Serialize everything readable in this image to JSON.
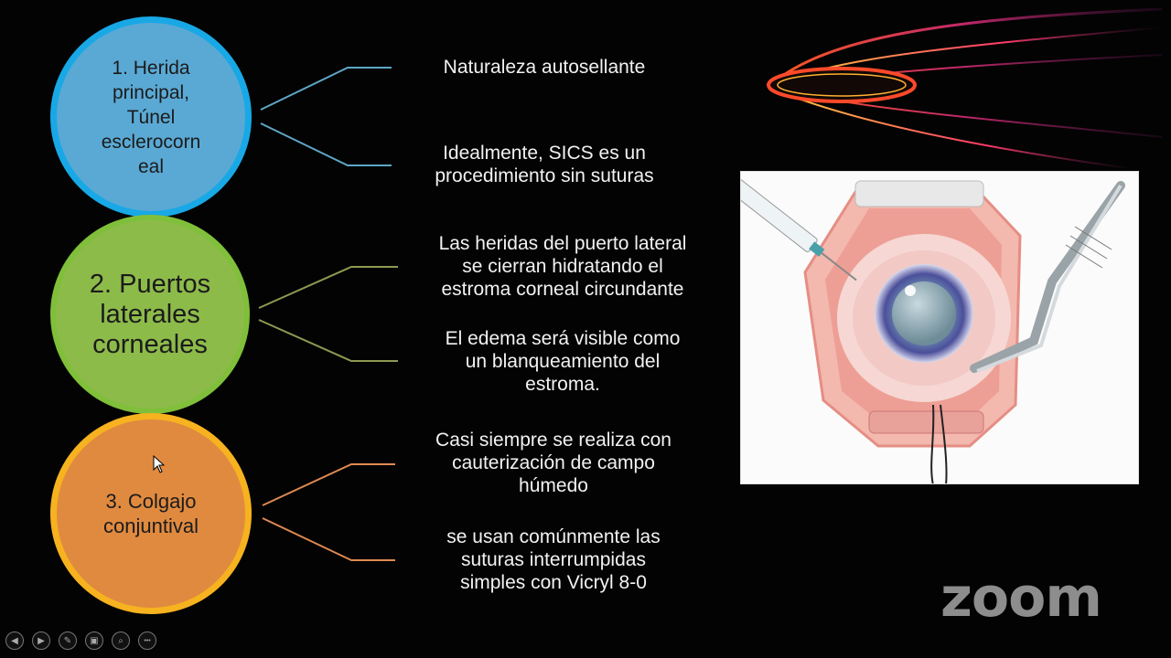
{
  "circles": [
    {
      "label": "1. Herida\nprincipal,\nTúnel\nesclerocorn\neal",
      "fill": "#5aa9d4",
      "border": "#18a8e6"
    },
    {
      "label": "2. Puertos\nlaterales\ncorneales",
      "fill": "#8dbb4a",
      "border": "#7fbf3a"
    },
    {
      "label": "3. Colgajo\nconjuntival",
      "fill": "#e08a40",
      "border": "#f7b21f"
    }
  ],
  "notes": {
    "n1": "Naturaleza autosellante",
    "n2": "Idealmente, SICS es un\nprocedimiento sin suturas",
    "n3": "Las heridas del puerto lateral\nse cierran hidratando el\nestroma corneal circundante",
    "n4": "El edema será visible como\nun blanqueamiento del\nestroma.",
    "n5": "Casi siempre se realiza con\ncauterización de campo\nhúmedo",
    "n6": "se usan comúnmente  las\nsuturas interrumpidas\nsimples con Vicryl 8-0"
  },
  "connector_colors": {
    "blue": "#5fa6c6",
    "green": "#8c9a52",
    "orange": "#df8a52"
  },
  "branding": {
    "logo_text": "zoom"
  },
  "toolbar": {
    "icons": [
      "prev-icon",
      "next-icon",
      "pen-icon",
      "slides-icon",
      "zoom-icon",
      "more-icon"
    ],
    "symbols": {
      "prev": "◀",
      "next": "▶",
      "pen": "✎",
      "slides": "▣",
      "zoom": "⌕",
      "more": "•••"
    }
  },
  "image": {
    "subject": "eye-surgery-illustration"
  }
}
